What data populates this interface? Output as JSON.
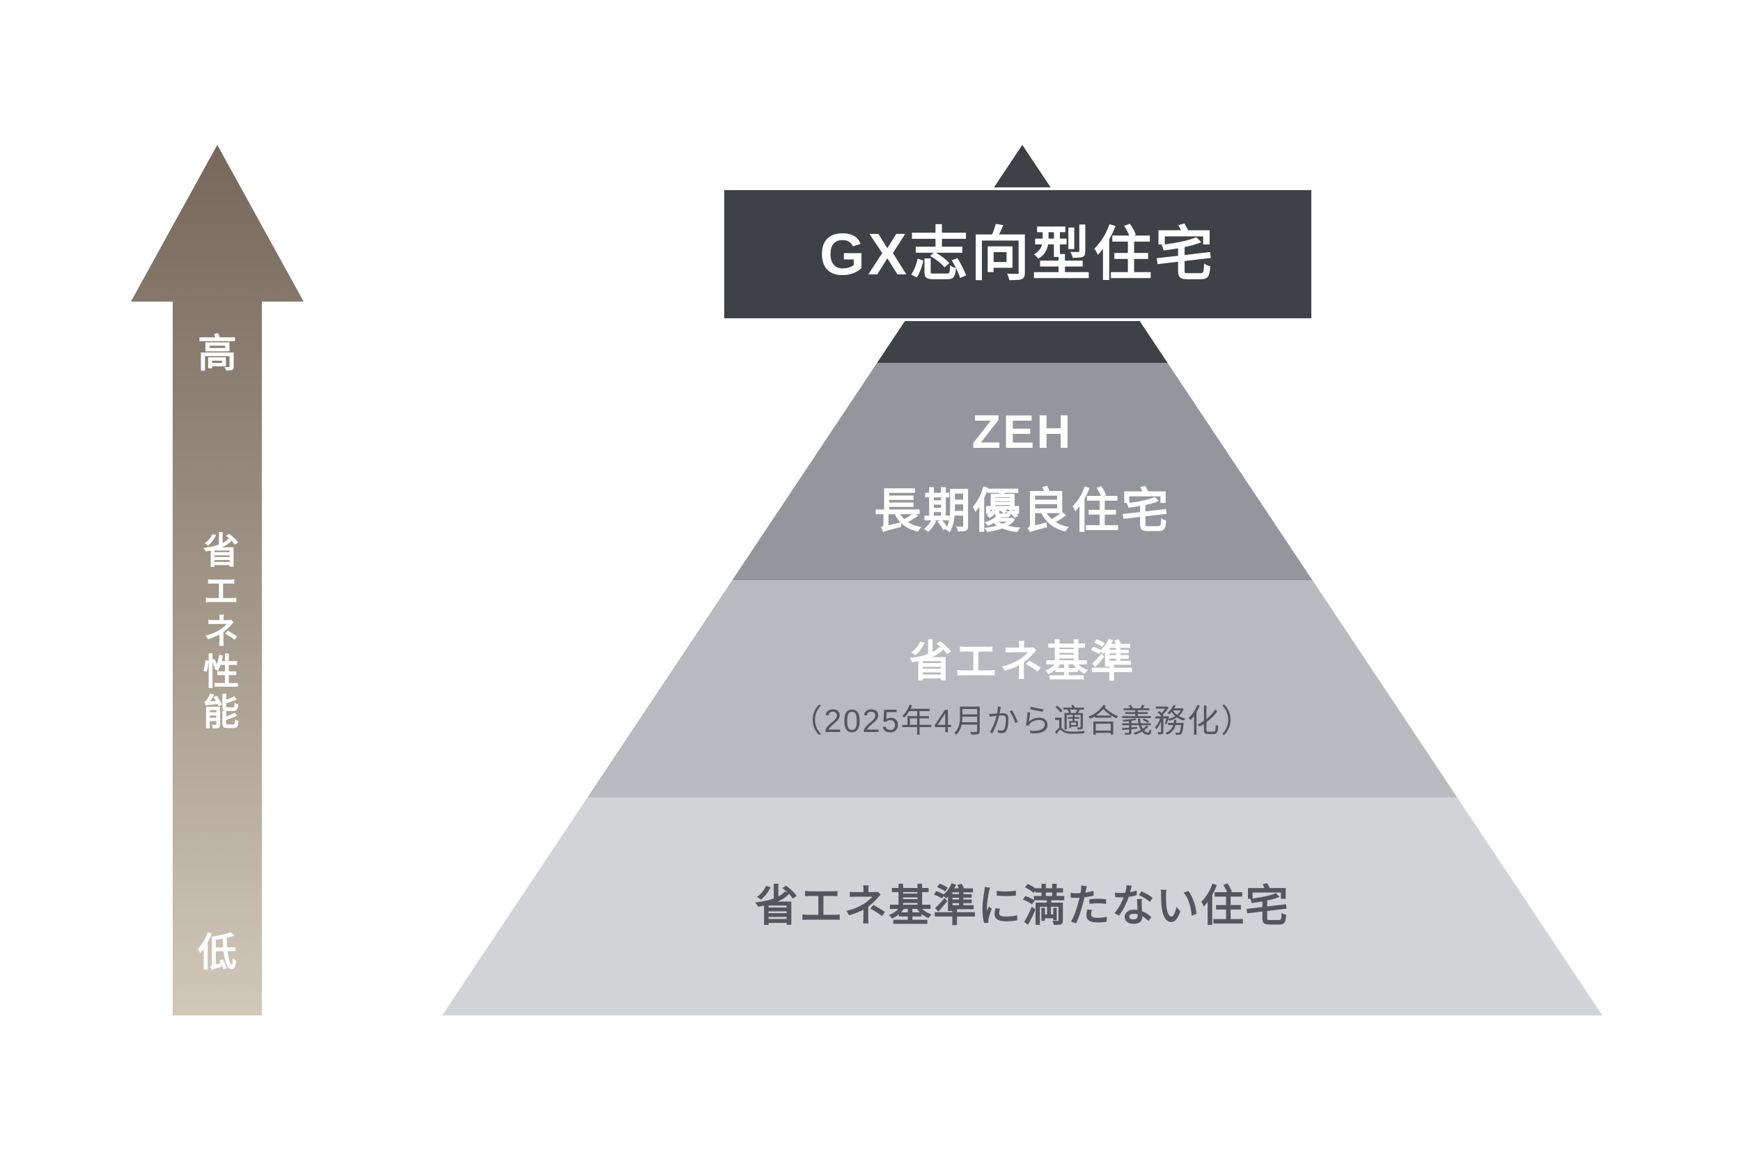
{
  "canvas": {
    "background": "#FFFFFF"
  },
  "axis_arrow": {
    "label_high": "高",
    "label_axis": "省エネ性能",
    "label_low": "低",
    "gradient_top_color": "#76685A",
    "gradient_bottom_color": "#D2C8BA",
    "text_color": "#FFFFFF"
  },
  "pyramid": {
    "banner": {
      "label": "GX志向型住宅",
      "bg": "#3E4146",
      "text_color": "#FFFFFF",
      "border_color": "#FFFFFF"
    },
    "tiers": [
      {
        "name": "gx-shikougata-jutaku",
        "bg": "#3E4146",
        "lines": []
      },
      {
        "name": "zeh-choki-yuryo",
        "bg": "#95969D",
        "lines": [
          "ZEH",
          "長期優良住宅"
        ],
        "text_color": "#FFFFFF"
      },
      {
        "name": "shoene-kijun",
        "bg": "#B9BAC0",
        "lines": [
          "省エネ基準"
        ],
        "subline": "（2025年4月から適合義務化）",
        "text_color": "#FFFFFF",
        "subtext_color": "#54555E"
      },
      {
        "name": "shoene-kijun-mitanai",
        "bg": "#D2D3D7",
        "lines": [
          "省エネ基準に満たない住宅"
        ],
        "text_color": "#54555E"
      }
    ]
  }
}
